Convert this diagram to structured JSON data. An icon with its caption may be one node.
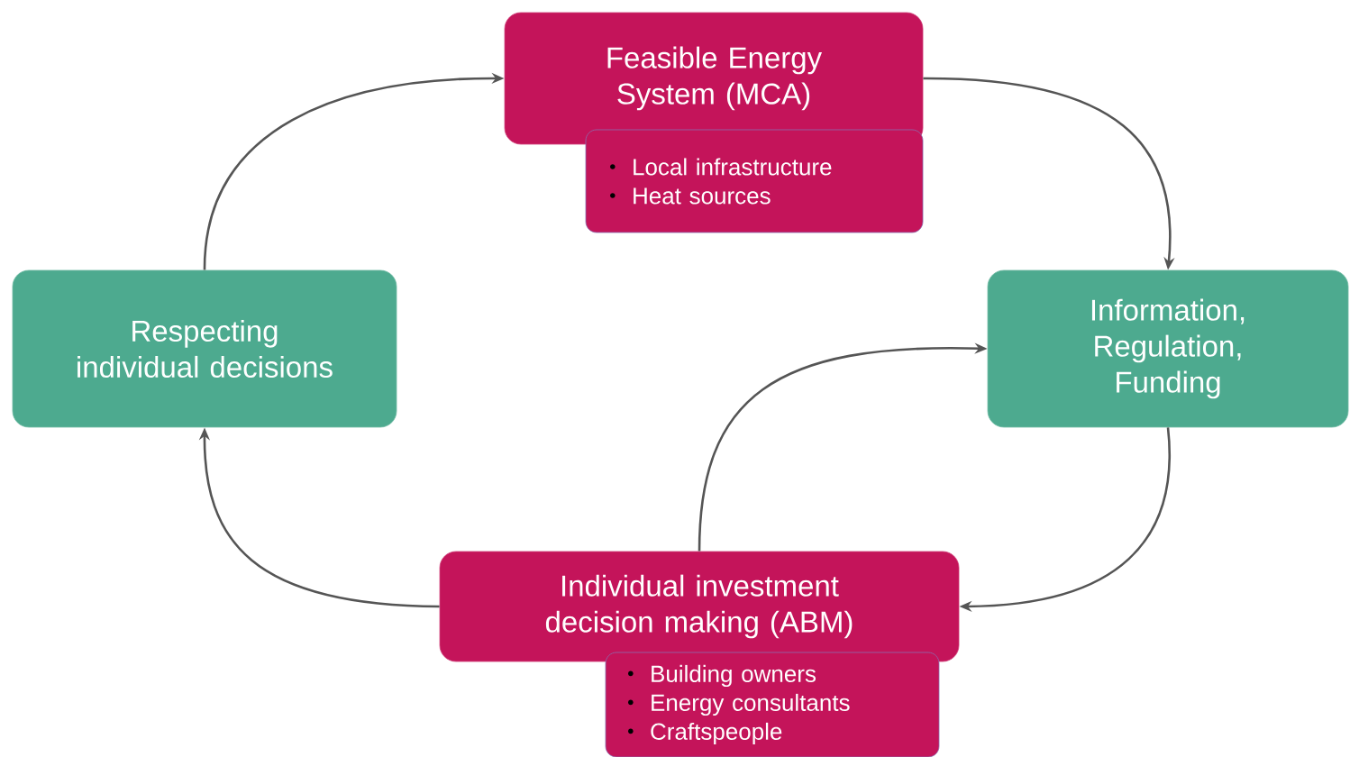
{
  "diagram": {
    "nodes": [
      {
        "text": [
          "Feasible Energy System (MCA)"
        ]
      },
      {
        "text": [
          "Local infrastructure",
          "Heat sources"
        ]
      },
      {
        "text": [
          "Respecting individual decisions"
        ]
      },
      {
        "text": [
          "Information, Regulation, Funding"
        ]
      },
      {
        "text": [
          "Individual investment decision making (ABM)"
        ]
      },
      {
        "text": [
          "Building owners",
          "Energy consultants",
          "Craftspeople"
        ]
      }
    ],
    "edges": [
      {
        "from": 2,
        "to": 0,
        "arrow": "to"
      },
      {
        "from": 0,
        "to": 3,
        "arrow": "to"
      },
      {
        "from": 3,
        "to": 4,
        "arrow": "to"
      },
      {
        "from": 4,
        "to": 3,
        "arrow": "to"
      },
      {
        "from": 4,
        "to": 2,
        "arrow": "to"
      }
    ]
  }
}
